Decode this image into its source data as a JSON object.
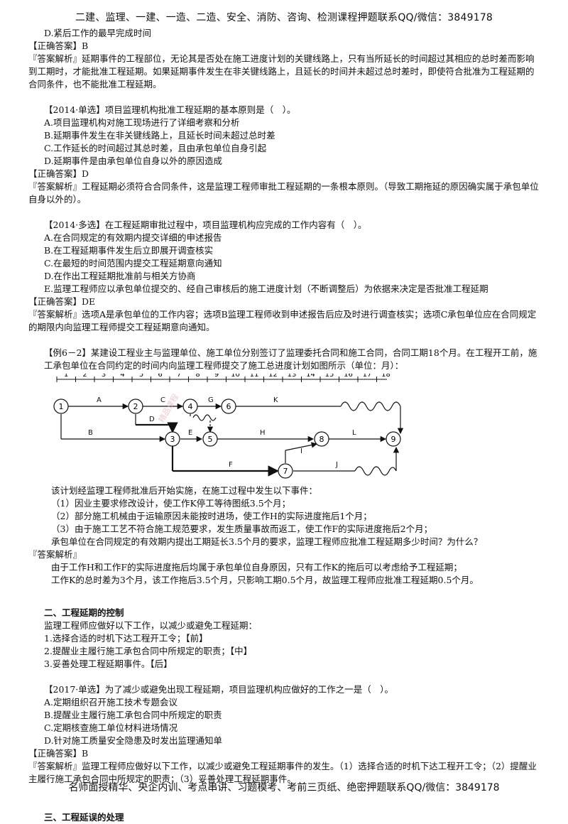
{
  "header": "二建、监理、一建、一造、二造、安全、消防、咨询、检测课程押题联系QQ/微信：3849178",
  "footer": "名师面授精华、央企内训、考点串讲、习题模考、考前三页纸、绝密押题联系QQ/微信：3849178",
  "q0": {
    "option_d": "D.紧后工作的最早完成时间",
    "answer": "【正确答案】B",
    "analysis": "『答案解析』延期事件的工程部位，无论其是否处在施工进度计划的关键线路上，只有当所延长的时间超过其相应的总时差而影响到工期时，才能批准工程延期。如果延期事件发生在非关键线路上，且延长的时间并未超过总时差时，即使符合批准为工程延期的合同条件，也不能批准工程延期。"
  },
  "q1": {
    "stem": "【2014·单选】项目监理机构批准工程延期的基本原则是（　）。",
    "options": [
      "A.项目监理机构对施工现场进行了详细考察和分析",
      "B.延期事件发生在非关键线路上，且延长时间未超过总时差",
      "C.工作延长的时间超过其总时差，且由承包单位自身引起",
      "D.延期事件是由承包单位自身以外的原因造成"
    ],
    "answer": "【正确答案】D",
    "analysis": "『答案解析』工程延期必须符合合同条件，这是监理工程师审批工程延期的一条根本原则。（导致工期拖延的原因确实属于承包单位自身以外的）。"
  },
  "q2": {
    "stem": "【2014·多选】在工程延期审批过程中，项目监理机构应完成的工作内容有（　）。",
    "options": [
      "A.在合同规定的有效期内提交详细的申述报告",
      "B.在工程延期事件发生后立即展开调查核实",
      "C.在最短的时间范围内提交工程延期意向通知",
      "D.在作出工程延期批准前与相关方协商",
      "E.监理工程师应以承包单位提交的、经自己审核后的施工进度计划（不断调整后）为依据来决定是否批准工程延期"
    ],
    "answer": "【正确答案】DE",
    "analysis": "『答案解析』选项A是承包单位的工作内容；选项B监理工程师收到申述报告后应及时进行调查核实；选项C承包单位应在合同规定的期限内向监理工程师提交工程延期意向通知。"
  },
  "example": {
    "intro": "【例6－2】某建设工程业主与监理单位、施工单位分别签订了监理委托合同和施工合同，合同工期18个月。在工程开工前，施工承包单位在合同约定的时间内向监理工程师提交了施工总进度计划如图所示（单位：月）：",
    "timeline": [
      "1",
      "2",
      "3",
      "4",
      "5",
      "6",
      "7",
      "8",
      "9",
      "10",
      "11",
      "12",
      "13",
      "14",
      "15",
      "16",
      "17",
      "18"
    ],
    "nodes": [
      "1",
      "2",
      "3",
      "4",
      "5",
      "6",
      "7",
      "8",
      "9"
    ],
    "activities": [
      "A",
      "B",
      "C",
      "D",
      "E",
      "F",
      "G",
      "H",
      "I",
      "J",
      "K",
      "L"
    ],
    "events_intro": "该计划经监理工程师批准后开始实施，在施工过程中发生以下事件：",
    "events": [
      "（1）因业主要求修改设计，使工作K停工等待图纸3.5个月；",
      "（2）部分施工机械由于运输原因未能按时进场，使工作H的实际进度拖后1个月；",
      "（3）由于施工工艺不符合施工规范要求，发生质量事故而返工，使工作F的实际进度拖后2个月；"
    ],
    "question": "承包单位在合同规定的有效期内提出工期延长3.5个月的要求，监理工程师应批准工程延期多少时间？为什么？",
    "analysis_label": "『答案解析』",
    "analysis": [
      "由于工作H和工作F的实际进度拖后均属于承包单位自身原因，只有工作K的拖后可以考虑给予工程延期；",
      "工作K的总时差为3个月，该工作拖后3.5个月，只影响工期0.5个月，故监理工程师应批准工程延期0.5个月。"
    ]
  },
  "section2": {
    "title": "二、工程延期的控制",
    "intro": "监理工程师应做好以下工作，以减少或避免工程延期：",
    "items": [
      "1.选择合适的时机下达工程开工令；【前】",
      "2.提醒业主履行施工承包合同中所规定的职责；【中】",
      "3.妥善处理工程延期事件。【后】"
    ]
  },
  "q3": {
    "stem": "【2017·单选】为了减少或避免出现工程延期，项目监理机构应做好的工作之一是（　）。",
    "options": [
      "A.定期组织召开施工技术专题会议",
      "B.提醒业主履行施工承包合同中所规定的职责",
      "C.定期核查施工单位材料进场情况",
      "D.针对施工质量安全隐患及时发出监理通知单"
    ],
    "answer": "【正确答案】B",
    "analysis": "『答案解析』监理工程师应做好以下工作，以减少或避免工程延期事件的发生。（1）选择合适的时机下达工程开工令；（2）提醒业主履行施工承包合同中所规定的职责；（3）妥善处理工程延期事件。"
  },
  "section3": {
    "title": "三、工程延误的处理"
  },
  "colors": {
    "watermark": "#e9b3b9",
    "text": "#111111"
  }
}
